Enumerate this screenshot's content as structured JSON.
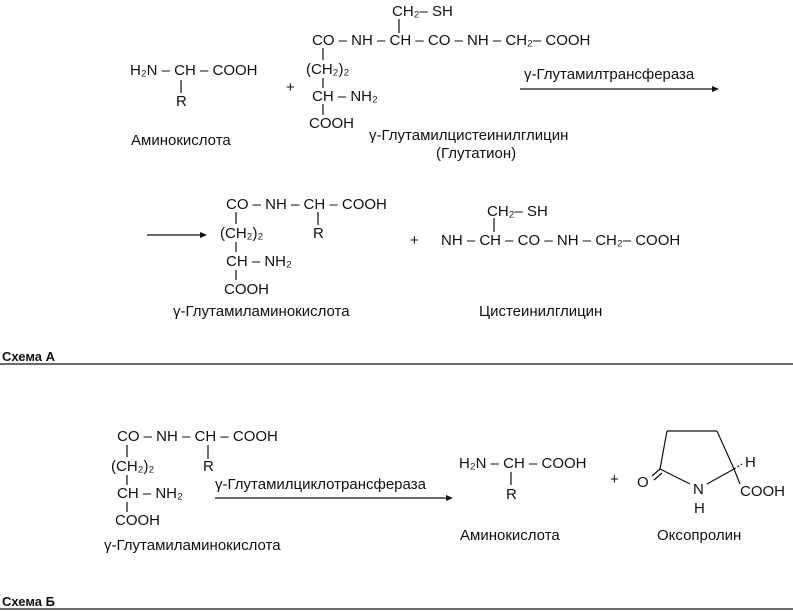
{
  "scheme_a": {
    "title": "Схема А",
    "amino_acid": {
      "top": "H₂N – CH – COOH",
      "r": "R",
      "name": "Аминокислота"
    },
    "plus": "+",
    "glutathione": {
      "sh_group": "CH₂– SH",
      "chain": "CO – NH – CH – CO – NH – CH₂– COOH",
      "ch2_2": "(CH₂)₂",
      "ch_nh2": "CH – NH₂",
      "cooh": "COOH",
      "name": "γ-Глутамилцистеинилглицин",
      "alt_name": "(Глутатион)"
    },
    "enzyme": "γ-Глутамилтрансфераза",
    "product1": {
      "chain": "CO – NH – CH – COOH",
      "ch2_2": "(CH₂)₂",
      "r": "R",
      "ch_nh2": "CH – NH₂",
      "cooh": "COOH",
      "name": "γ-Глутамиламинокислота"
    },
    "plus2": "+",
    "product2": {
      "sh_group": "CH₂– SH",
      "chain": "NH – CH – CO – NH – CH₂– COOH",
      "name": "Цистеинилглицин"
    }
  },
  "scheme_b": {
    "title": "Схема Б",
    "substrate": {
      "chain": "CO – NH – CH – COOH",
      "ch2_2": "(CH₂)₂",
      "r": "R",
      "ch_nh2": "CH – NH₂",
      "cooh": "COOH",
      "name": "γ-Глутамиламинокислота"
    },
    "enzyme": "γ-Глутамилциклотрансфераза",
    "product1": {
      "top": "H₂N – CH – COOH",
      "r": "R",
      "name": "Аминокислота"
    },
    "plus": "+",
    "oxoproline": {
      "o": "O",
      "n": "N",
      "h_n": "H",
      "h_c": "H",
      "cooh": "COOH",
      "name": "Оксопролин"
    }
  }
}
